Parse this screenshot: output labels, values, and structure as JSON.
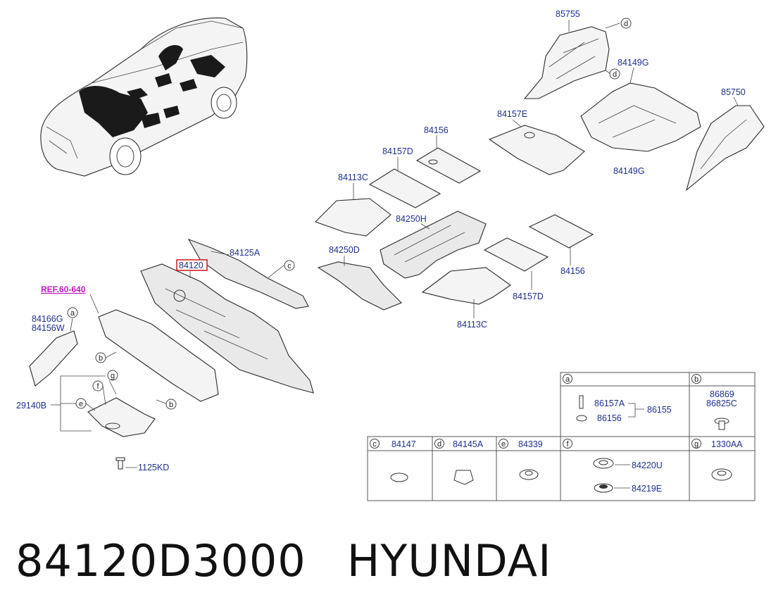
{
  "diagram": {
    "labels": {
      "p85755": "85755",
      "p84149g_top": "84149G",
      "p85750": "85750",
      "p84157e": "84157E",
      "p84149g_bot": "84149G",
      "p84156_a": "84156",
      "p84157d_a": "84157D",
      "p84113c_a": "84113C",
      "p84250h": "84250H",
      "p84250d": "84250D",
      "p84125a": "84125A",
      "p84120": "84120",
      "p84156_b": "84156",
      "p84157d_b": "84157D",
      "p84113c_b": "84113C",
      "ref": "REF.60-640",
      "p84166g": "84166G",
      "p84156w": "84156W",
      "p29140b": "29140B",
      "p1125kd": "1125KD"
    },
    "callouts": [
      "a",
      "b",
      "c",
      "d",
      "e",
      "f",
      "g"
    ],
    "table": {
      "top": {
        "a": {
          "letter": "a",
          "p1": "86157A",
          "p2": "86156",
          "group": "86155"
        },
        "b": {
          "letter": "b",
          "p1": "86869",
          "p2": "86825C"
        }
      },
      "bottom": [
        {
          "letter": "c",
          "part": "84147"
        },
        {
          "letter": "d",
          "part": "84145A"
        },
        {
          "letter": "e",
          "part": "84339"
        },
        {
          "letter": "f",
          "part1": "84220U",
          "part2": "84219E"
        },
        {
          "letter": "g",
          "part": "1330AA"
        }
      ]
    }
  },
  "footer": {
    "part_number": "84120D3000",
    "brand": "HYUNDAI"
  }
}
